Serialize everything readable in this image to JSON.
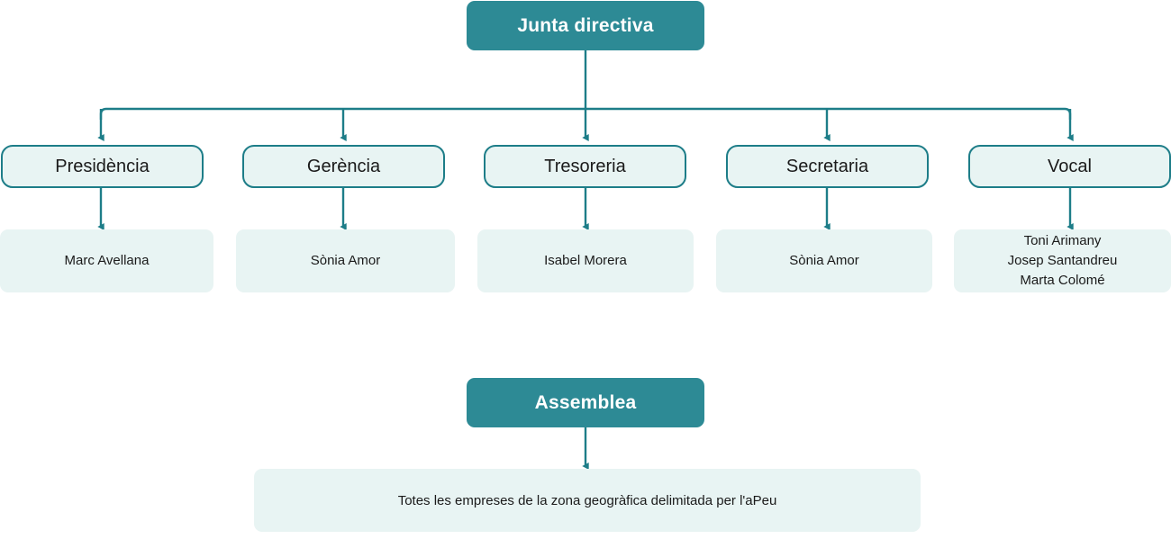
{
  "diagram": {
    "title_top": "Junta directiva",
    "title_bottom": "Assemblea",
    "accent_color": "#2d8a95",
    "border_color": "#1d7d88",
    "light_fill": "#e8f4f3",
    "text_color": "#1a1a1a",
    "header_text_color": "#ffffff",
    "columns": [
      {
        "role": "Presidència",
        "names": [
          "Marc Avellana"
        ]
      },
      {
        "role": "Gerència",
        "names": [
          "Sònia Amor"
        ]
      },
      {
        "role": "Tresoreria",
        "names": [
          "Isabel Morera"
        ]
      },
      {
        "role": "Secretaria",
        "names": [
          "Sònia Amor"
        ]
      },
      {
        "role": "Vocal",
        "names": [
          "Toni Arimany",
          "Josep Santandreu",
          "Marta Colomé"
        ]
      }
    ],
    "assembly_members": "Totes les empreses de la zona geogràfica delimitada per l'aPeu"
  }
}
